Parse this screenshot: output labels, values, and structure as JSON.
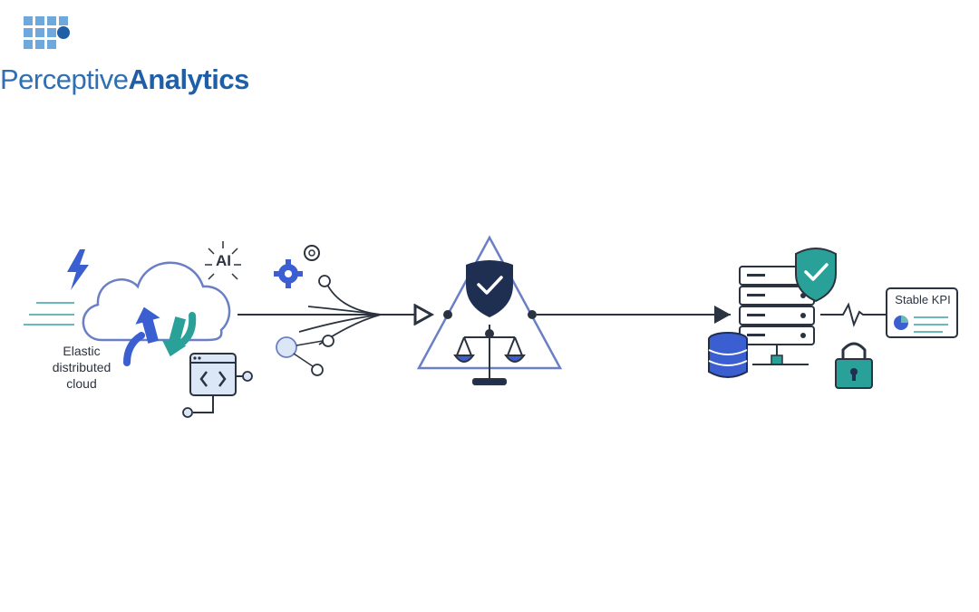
{
  "logo": {
    "light": "Perceptive",
    "bold": "Analytics"
  },
  "diagram": {
    "cloud_label_1": "Elastic",
    "cloud_label_2": "distributed",
    "cloud_label_3": "cloud",
    "ai_label": "AI",
    "kpi_label": "Stable KPI"
  },
  "colors": {
    "navy": "#1f2f52",
    "blue": "#3b5fd0",
    "teal": "#2aa198",
    "light_blue": "#6b9bd6",
    "outline": "#2b3340"
  }
}
